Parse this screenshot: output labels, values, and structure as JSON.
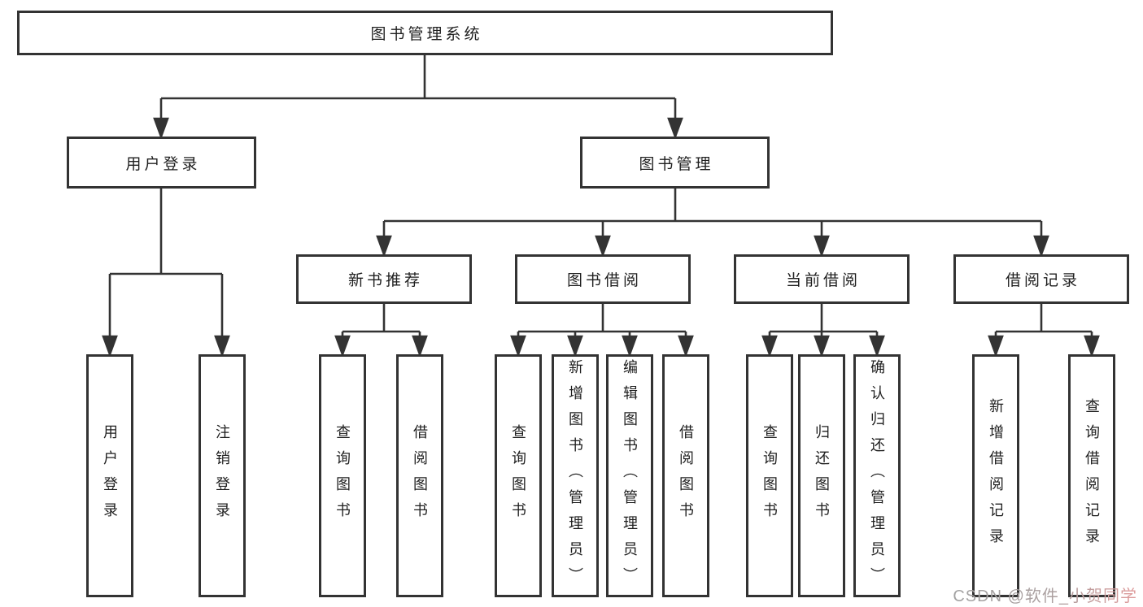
{
  "tree": {
    "label": "图书管理系统",
    "children": [
      {
        "label": "用户登录",
        "children": [
          {
            "label": "用户登录"
          },
          {
            "label": "注销登录"
          }
        ]
      },
      {
        "label": "图书管理",
        "children": [
          {
            "label": "新书推荐",
            "children": [
              {
                "label": "查询图书"
              },
              {
                "label": "借阅图书"
              }
            ]
          },
          {
            "label": "图书借阅",
            "children": [
              {
                "label": "查询图书"
              },
              {
                "label": "新增图书（管理员）"
              },
              {
                "label": "编辑图书（管理员）"
              },
              {
                "label": "借阅图书"
              }
            ]
          },
          {
            "label": "当前借阅",
            "children": [
              {
                "label": "查询图书"
              },
              {
                "label": "归还图书"
              },
              {
                "label": "确认归还（管理员）"
              }
            ]
          },
          {
            "label": "借阅记录",
            "children": [
              {
                "label": "新增借阅记录"
              },
              {
                "label": "查询借阅记录"
              }
            ]
          }
        ]
      }
    ]
  },
  "watermark": {
    "text": "CSDN @软件_小贺同学"
  },
  "colors": {
    "line": "#333333",
    "border": "#333333",
    "text": "#1f1f1f",
    "watermark_gray": "#a2a2a2",
    "watermark_pink": "#e09b9b",
    "background": "#ffffff"
  }
}
